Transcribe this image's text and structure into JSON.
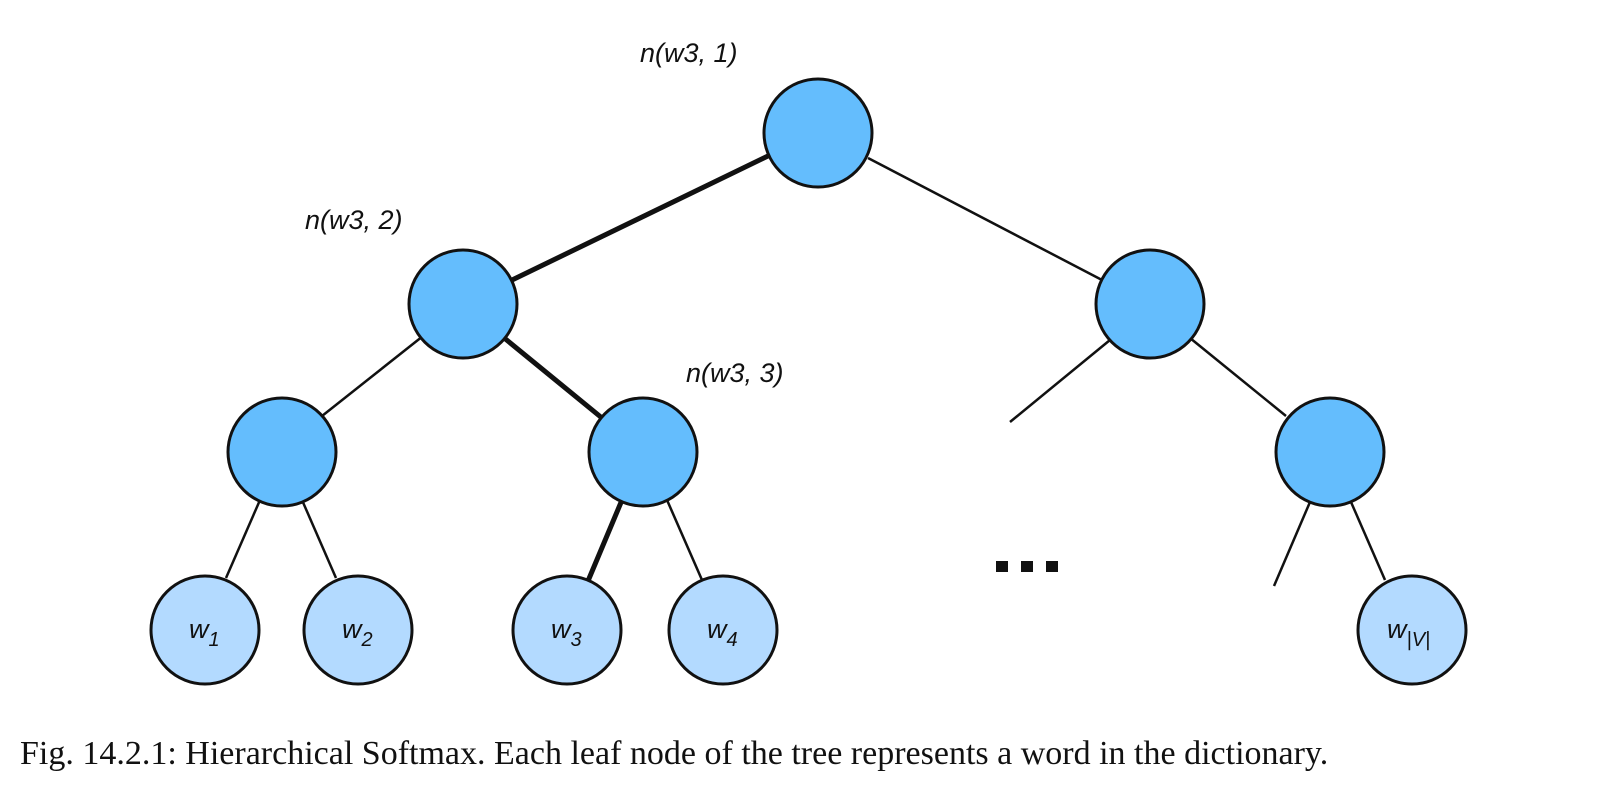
{
  "diagram": {
    "internal_nodes": [
      {
        "id": "root",
        "label": "n(w3, 1)"
      },
      {
        "id": "l1",
        "label": "n(w3, 2)"
      },
      {
        "id": "r1",
        "label": ""
      },
      {
        "id": "ll2",
        "label": ""
      },
      {
        "id": "lr2",
        "label": "n(w3, 3)"
      },
      {
        "id": "rr2",
        "label": ""
      }
    ],
    "leaf_nodes": [
      {
        "id": "w1",
        "base": "w",
        "sub": "1"
      },
      {
        "id": "w2",
        "base": "w",
        "sub": "2"
      },
      {
        "id": "w3",
        "base": "w",
        "sub": "3"
      },
      {
        "id": "w4",
        "base": "w",
        "sub": "4"
      },
      {
        "id": "wV",
        "base": "w",
        "sub": "|V|"
      }
    ],
    "path_to": "w3",
    "ellipsis": "...",
    "colors": {
      "internal_fill": "#64bdfd",
      "leaf_fill": "#b3daff",
      "stroke": "#111111"
    }
  },
  "caption": "Fig. 14.2.1: Hierarchical Softmax. Each leaf node of the tree represents a word in the dictionary."
}
